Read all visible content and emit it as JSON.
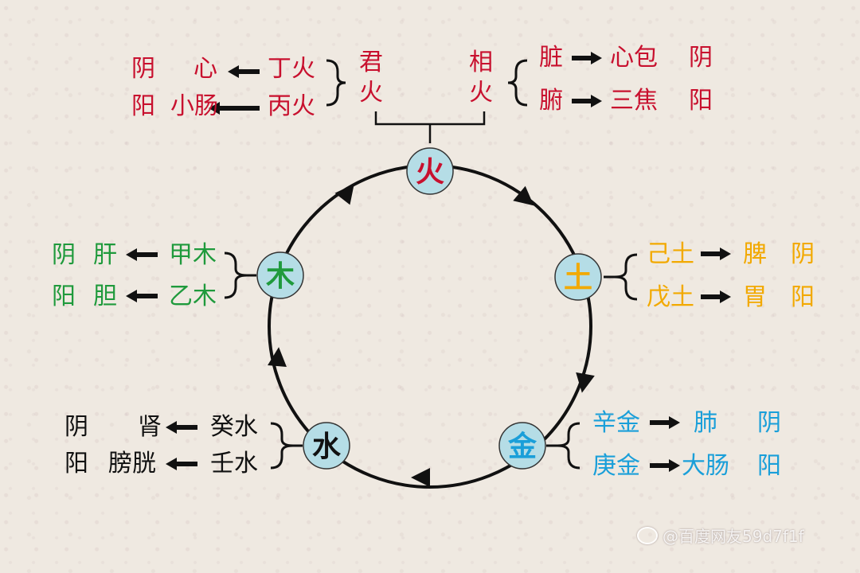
{
  "colors": {
    "fire": "#c8102e",
    "earth": "#f2a900",
    "metal": "#1a9fd9",
    "water": "#111111",
    "wood": "#1f9a3c",
    "node_fill": "#b5dde6",
    "line": "#111111"
  },
  "elements": {
    "fire": "火",
    "earth": "土",
    "metal": "金",
    "water": "水",
    "wood": "木"
  },
  "fire": {
    "jun_huo": [
      "君",
      "火"
    ],
    "xiang_huo": [
      "相",
      "火"
    ],
    "left_rows": [
      {
        "polarity": "阴",
        "organ": "心",
        "stem": "丁火"
      },
      {
        "polarity": "阳",
        "organ": "小肠",
        "stem": "丙火"
      }
    ],
    "right_rows": [
      {
        "kind": "脏",
        "organ": "心包",
        "polarity": "阴"
      },
      {
        "kind": "腑",
        "organ": "三焦",
        "polarity": "阳"
      }
    ]
  },
  "earth": {
    "rows": [
      {
        "stem": "己土",
        "organ": "脾",
        "polarity": "阴"
      },
      {
        "stem": "戊土",
        "organ": "胃",
        "polarity": "阳"
      }
    ]
  },
  "metal": {
    "rows": [
      {
        "stem": "辛金",
        "organ": "肺",
        "polarity": "阴"
      },
      {
        "stem": "庚金",
        "organ": "大肠",
        "polarity": "阳"
      }
    ]
  },
  "wood": {
    "rows": [
      {
        "polarity": "阴",
        "organ": "肝",
        "stem": "甲木"
      },
      {
        "polarity": "阳",
        "organ": "胆",
        "stem": "乙木"
      }
    ]
  },
  "water": {
    "rows": [
      {
        "polarity": "阴",
        "organ": "肾",
        "stem": "癸水"
      },
      {
        "polarity": "阳",
        "organ": "膀胱",
        "stem": "壬水"
      }
    ]
  },
  "watermark": "@百度网友59d7f1f"
}
